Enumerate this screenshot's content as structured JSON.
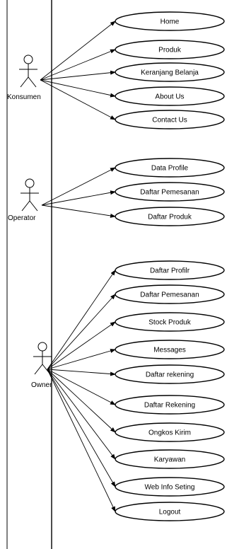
{
  "actors": [
    {
      "id": "konsumen",
      "name": "Konsumen",
      "use_cases": [
        "Home",
        "Produk",
        "Keranjang Belanja",
        "About Us",
        "Contact Us"
      ]
    },
    {
      "id": "operator",
      "name": "Operator",
      "use_cases": [
        "Data Profile",
        "Daftar Pemesanan",
        "Daftar Produk"
      ]
    },
    {
      "id": "owner",
      "name": "Owner",
      "use_cases": [
        "Daftar Profilr",
        "Daftar Pemesanan",
        "Stock Produk",
        "Messages",
        "Daftar rekening",
        "Daftar Rekening",
        "Ongkos Kirim",
        "Karyawan",
        "Web Info Seting",
        "Logout"
      ]
    }
  ],
  "colors": {
    "line": "#000000",
    "background": "#ffffff"
  }
}
